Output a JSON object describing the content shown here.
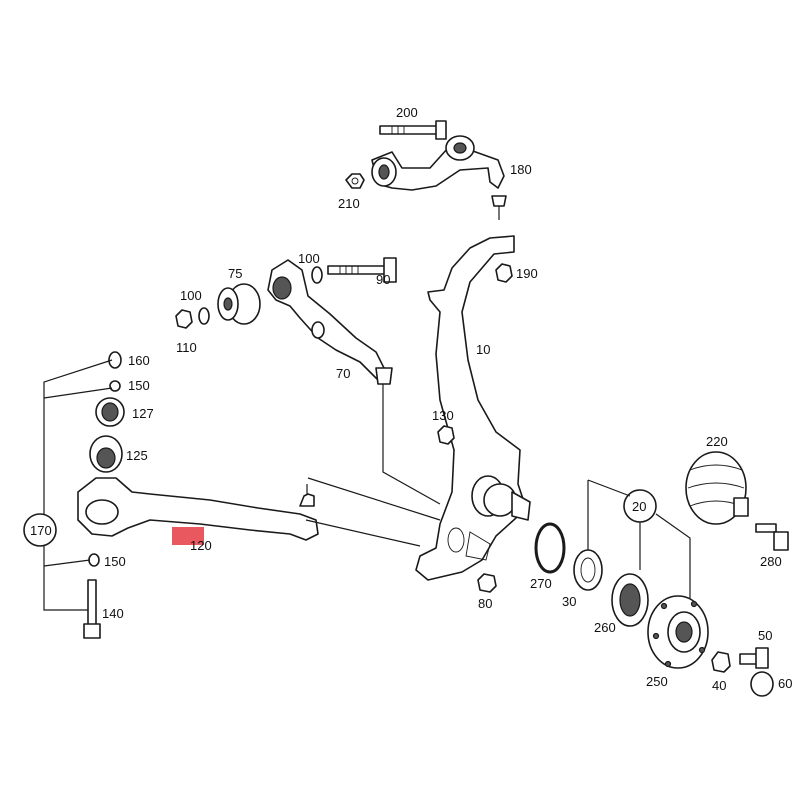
{
  "diagram": {
    "highlight_color": "#e8585e",
    "labels": {
      "l200": "200",
      "l180": "180",
      "l210": "210",
      "l100a": "100",
      "l75": "75",
      "l90": "90",
      "l190": "190",
      "l100b": "100",
      "l110": "110",
      "l70": "70",
      "l10": "10",
      "l160": "160",
      "l150a": "150",
      "l127": "127",
      "l125": "125",
      "l130": "130",
      "l170": "170",
      "l120": "120",
      "l150b": "150",
      "l140": "140",
      "l220": "220",
      "l20": "20",
      "l280": "280",
      "l270": "270",
      "l30": "30",
      "l80": "80",
      "l260": "260",
      "l50": "50",
      "l250": "250",
      "l40": "40",
      "l60": "60"
    }
  }
}
